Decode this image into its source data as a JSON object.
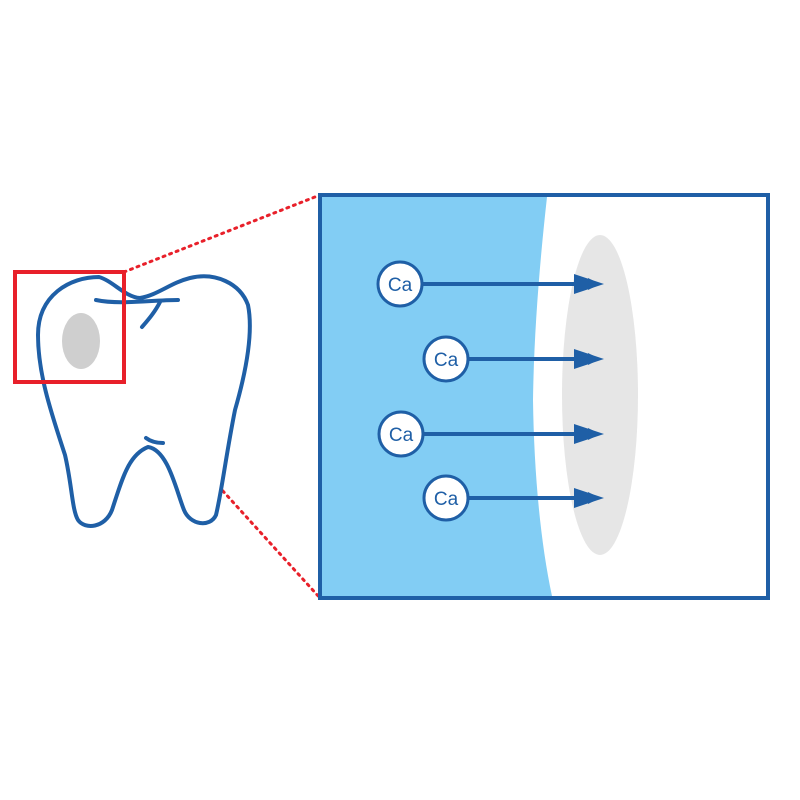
{
  "colors": {
    "outline_blue": "#1f5fa6",
    "saliva_blue": "#82cdf4",
    "lesion_gray": "#e6e6e6",
    "lesion_gray_dark": "#cfcfcf",
    "zoom_red": "#e8202a",
    "background": "#ffffff"
  },
  "icons": {
    "tooth": "tooth-outline-icon",
    "lesion": "white-spot-lesion",
    "magnifier_frame": "zoom-box"
  },
  "ions": [
    {
      "label": "Ca"
    },
    {
      "label": "Ca"
    },
    {
      "label": "Ca"
    },
    {
      "label": "Ca"
    }
  ]
}
